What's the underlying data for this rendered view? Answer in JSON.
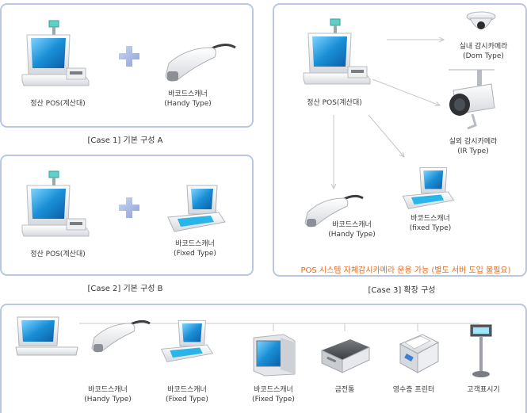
{
  "case1": {
    "pos_label": "정산 POS(계산대)",
    "scanner_label": "바코드스캐너",
    "scanner_type": "(Handy Type)",
    "caption": "[Case 1] 기본 구성 A"
  },
  "case2": {
    "pos_label": "정산 POS(계산대)",
    "scanner_label": "바코드스캐너",
    "scanner_type": "(Fixed Type)",
    "caption": "[Case 2] 기본 구성 B"
  },
  "case3": {
    "pos_label": "정산 POS(계산대)",
    "dome_label": "실내 감시카메라",
    "dome_type": "(Dom Type)",
    "ir_label": "실외 감시카메라",
    "ir_type": "(IR Type)",
    "handy_label": "바코드스캐너",
    "handy_type": "(Handy Type)",
    "fixed_label": "바코드스캐너",
    "fixed_type": "(fixed Type)",
    "note": "POS 시스템 자체감시카메라 운용 가능 (별도 서버 도입 불필요)",
    "caption": "[Case 3] 확장 구성"
  },
  "bottom": {
    "handy_label": "바코드스캐너",
    "handy_type": "(Handy Type)",
    "fixed_label": "바코드스캐너",
    "fixed_type": "(Fixed Type)",
    "monitor_label": "바코드스캐너",
    "monitor_type": "(Fixed Type)",
    "cash_drawer": "금전통",
    "receipt_printer": "영수증 프린터",
    "customer_display": "고객표시기"
  },
  "colors": {
    "border": "#b9c6e6",
    "accent_orange": "#e96b1c",
    "plus": "#8fa3d6",
    "screen": "#1a8fd6",
    "connector": "#c8c8c8"
  }
}
